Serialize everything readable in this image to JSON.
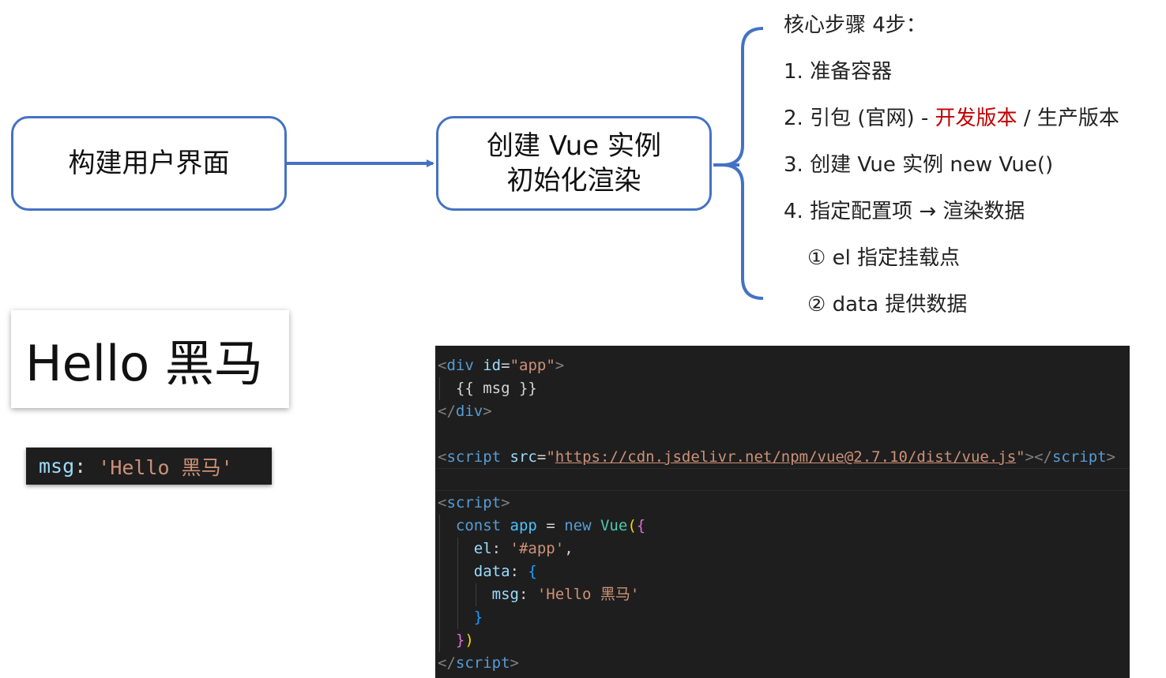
{
  "flow": {
    "box1": "构建用户界面",
    "box2_line1": "创建 Vue 实例",
    "box2_line2": "初始化渲染"
  },
  "steps": {
    "title": "核心步骤 4步：",
    "s1": "1. 准备容器",
    "s2_prefix": "2. 引包 (官网) - ",
    "s2_red": "开发版本",
    "s2_suffix": " / 生产版本",
    "s3": "3. 创建 Vue 实例  new  Vue()",
    "s4": "4. 指定配置项 → 渲染数据",
    "s4a": "① el 指定挂载点",
    "s4b": "② data 提供数据"
  },
  "hello": "Hello 黑马",
  "msg_bar": {
    "key": "msg",
    "colon": ": ",
    "value": "'Hello 黑马'"
  },
  "code": {
    "div_open_lt": "<",
    "div_name": "div",
    "div_attr": "id",
    "div_eq": "=",
    "div_val": "\"app\"",
    "div_open_gt": ">",
    "mustache": "{{ msg }}",
    "div_close_lt": "</",
    "div_close_gt": ">",
    "script_src_lt": "<",
    "script_name": "script",
    "src_attr": "src",
    "src_eq": "=",
    "src_q1": "\"",
    "src_url": "https://cdn.jsdelivr.net/npm/vue@2.7.10/dist/vue.js",
    "src_q2": "\"",
    "src_close": "></",
    "src_close_gt": ">",
    "script2_lt": "<",
    "script2_gt": ">",
    "const": "const",
    "app": "app",
    "eq": " = ",
    "new": "new",
    "vue": "Vue",
    "paren_open": "(",
    "brace_open": "{",
    "el_key": "el",
    "el_colon": ": ",
    "el_val": "'#app'",
    "el_comma": ",",
    "data_key": "data",
    "data_colon": ": ",
    "data_brace": "{",
    "msg_key": "msg",
    "msg_colon": ": ",
    "msg_val": "'Hello 黑马'",
    "data_brace_close": "}",
    "brace_close": "}",
    "paren_close": ")",
    "script_end_lt": "</",
    "script_end_gt": ">"
  },
  "colors": {
    "box_border": "#4472c4",
    "accent_red": "#c00000",
    "code_bg": "#1e1e1e"
  }
}
